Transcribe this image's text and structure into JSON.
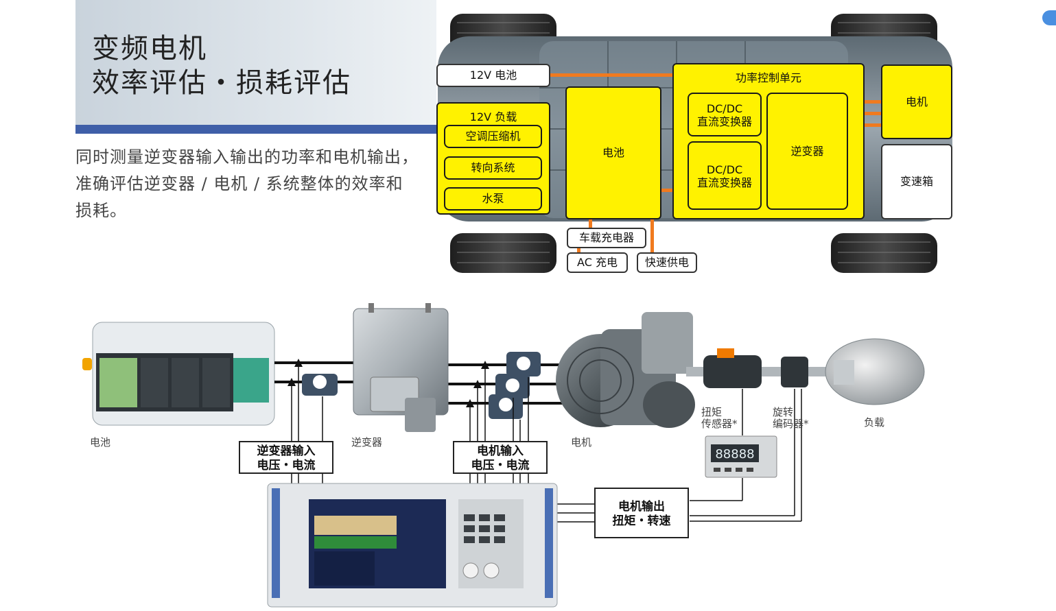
{
  "title": {
    "line1": "变频电机",
    "line2": "效率评估・损耗评估"
  },
  "description": "同时测量逆变器输入输出的功率和电机输出，准确评估逆变器 / 电机 / 系统整体的效率和损耗。",
  "car_diagram": {
    "battery_12v": "12V 电池",
    "load_12v": "12V 负载",
    "load_items": [
      "空调压缩机",
      "转向系统",
      "水泵"
    ],
    "battery": "电池",
    "pcu": "功率控制单元",
    "dcdc_1": [
      "DC/DC",
      "直流变换器"
    ],
    "dcdc_2": [
      "DC/DC",
      "直流变换器"
    ],
    "inverter": "逆变器",
    "motor": "电机",
    "gearbox": "变速箱",
    "onboard_charger": "车载充电器",
    "ac_charge": "AC 充电",
    "fast_charge": "快速供电"
  },
  "system_diagram": {
    "battery_label": "电池",
    "inverter_label": "逆变器",
    "motor_label": "电机",
    "torque_sensor": [
      "扭矩",
      "传感器*"
    ],
    "encoder": [
      "旋转",
      "编码器*"
    ],
    "load_label": "负载",
    "inverter_input": [
      "逆变器输入",
      "电压・电流"
    ],
    "motor_input": [
      "电机输入",
      "电压・电流"
    ],
    "motor_output": [
      "电机输出",
      "扭矩・转速"
    ],
    "display_reading": "88888"
  },
  "colors": {
    "accent_blue": "#3f5fa8",
    "highlight_yellow": "#fff200",
    "link_orange": "#f07a1f"
  }
}
